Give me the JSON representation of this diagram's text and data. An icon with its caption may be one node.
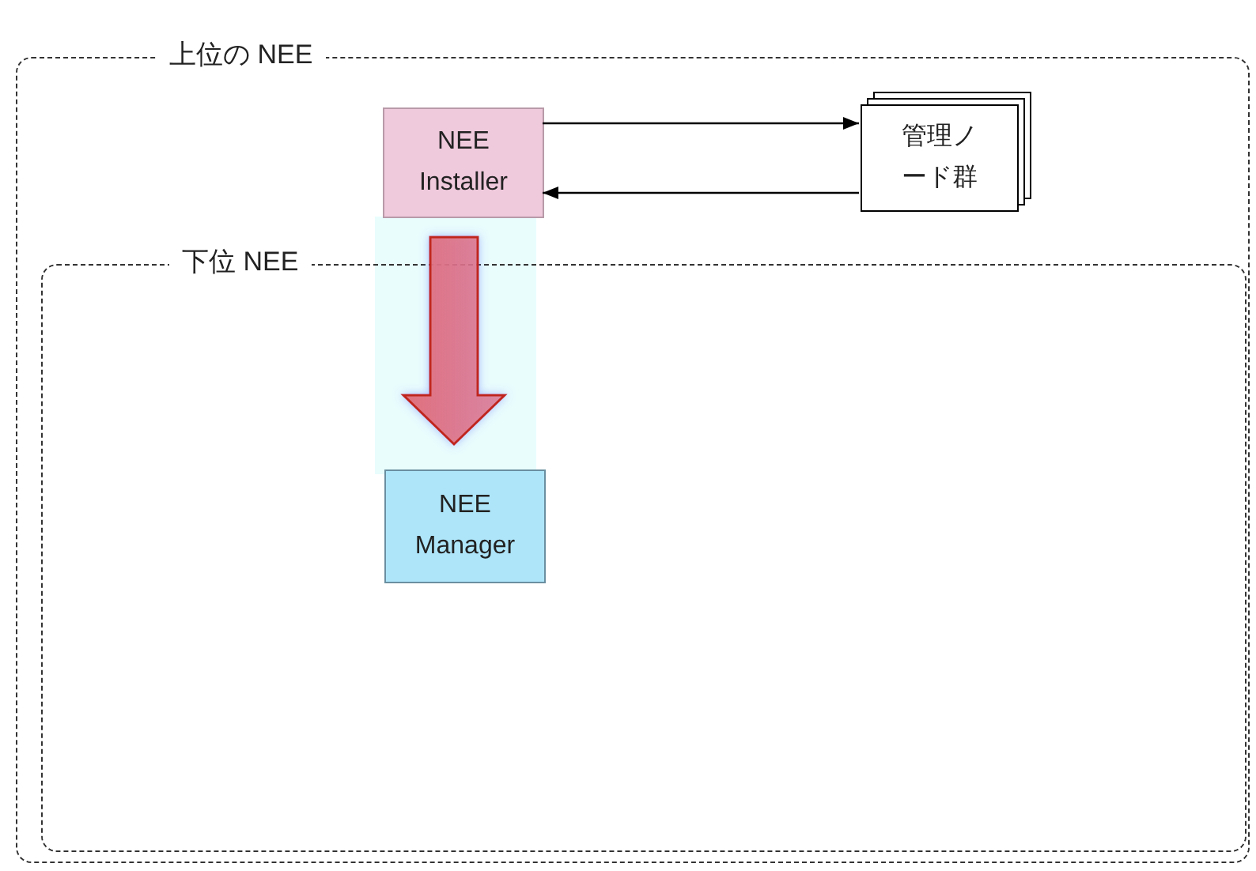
{
  "diagram": {
    "nodes": [
      {
        "text": [
          "上位の NEE"
        ]
      },
      {
        "text": [
          "NEE Installer"
        ],
        "in": 0
      },
      {
        "text": [
          "管理ノード群"
        ],
        "in": 0
      },
      {
        "text": [
          "下位 NEE"
        ],
        "in": 0
      },
      {
        "text": [
          "NEE Manager"
        ],
        "in": 3
      }
    ],
    "edges": [
      {
        "from": 1,
        "to": 2,
        "arrow": "to"
      },
      {
        "from": 2,
        "to": 1,
        "arrow": "to"
      },
      {
        "from": 1,
        "to": 4,
        "arrow": "to",
        "style": "thick",
        "color": "#e0707c"
      }
    ]
  }
}
